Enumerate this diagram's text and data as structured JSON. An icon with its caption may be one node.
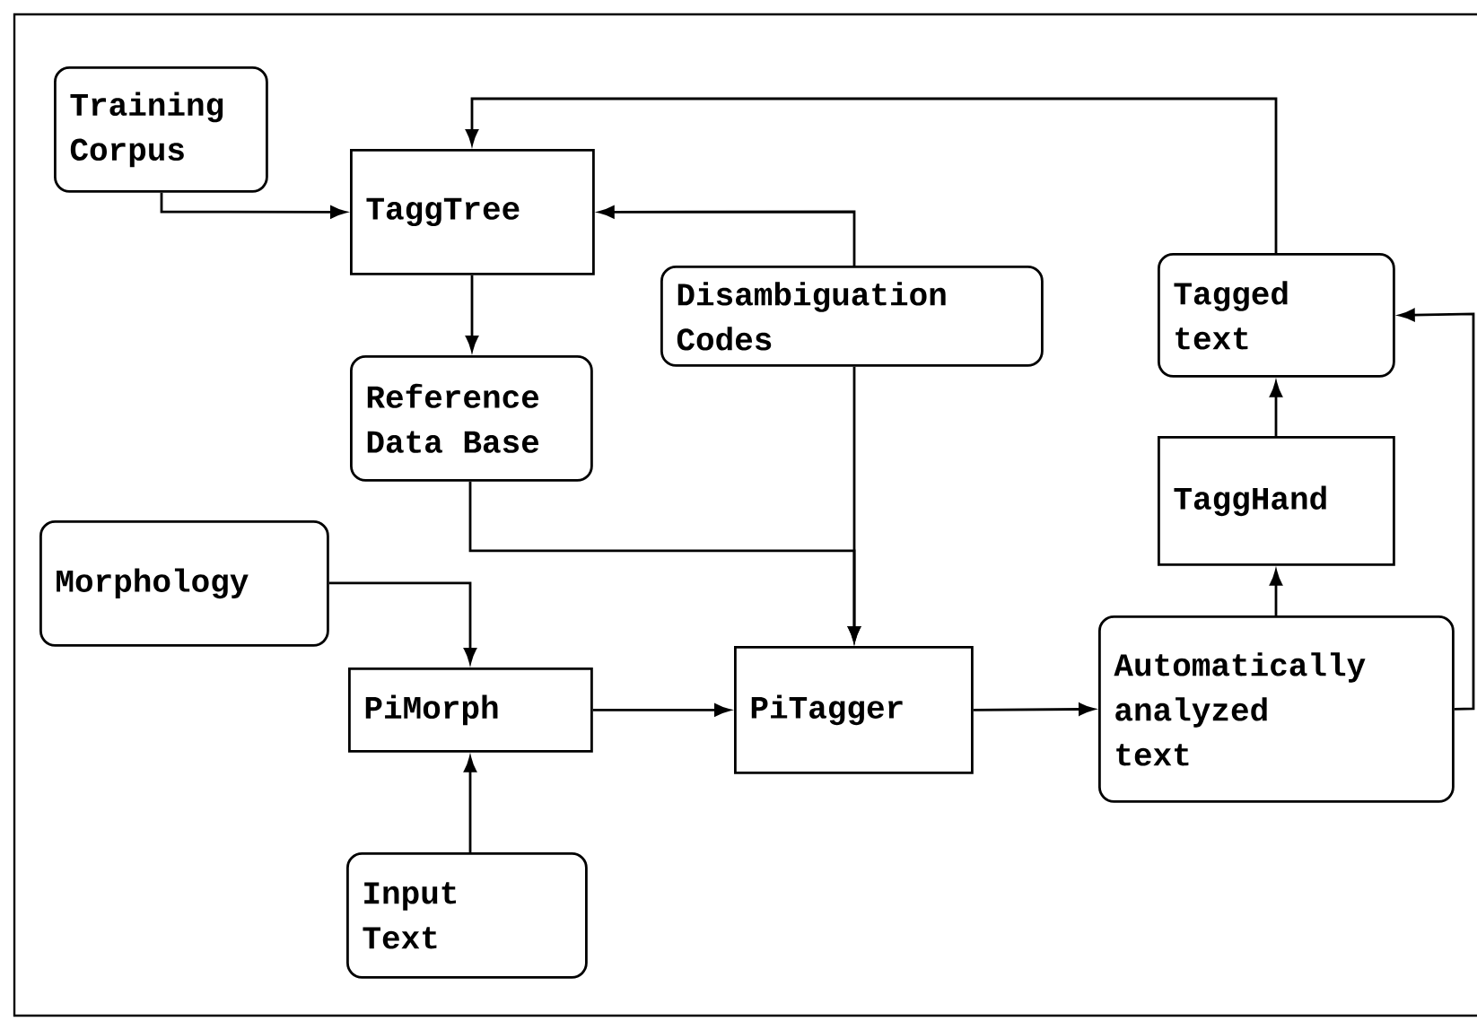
{
  "diagram": {
    "nodes": [
      {
        "text": [
          "Training Corpus"
        ]
      },
      {
        "text": [
          "TaggTree"
        ]
      },
      {
        "text": [
          "Disambiguation Codes"
        ]
      },
      {
        "text": [
          "Reference Data Base"
        ]
      },
      {
        "text": [
          "Tagged text"
        ]
      },
      {
        "text": [
          "TaggHand"
        ]
      },
      {
        "text": [
          "Morphology"
        ]
      },
      {
        "text": [
          "PiMorph"
        ]
      },
      {
        "text": [
          "PiTagger"
        ]
      },
      {
        "text": [
          "Automatically analyzed text"
        ]
      },
      {
        "text": [
          "Input Text"
        ]
      }
    ],
    "edges": [
      {
        "from": 0,
        "to": 1,
        "arrow": "to"
      },
      {
        "from": 4,
        "to": 1,
        "arrow": "to"
      },
      {
        "from": 2,
        "to": 1,
        "arrow": "to"
      },
      {
        "from": 1,
        "to": 3,
        "arrow": "to"
      },
      {
        "from": 3,
        "to": 8,
        "arrow": "to"
      },
      {
        "from": 2,
        "to": 8,
        "arrow": "to"
      },
      {
        "from": 6,
        "to": 7,
        "arrow": "to"
      },
      {
        "from": 10,
        "to": 7,
        "arrow": "to"
      },
      {
        "from": 7,
        "to": 8,
        "arrow": "to"
      },
      {
        "from": 8,
        "to": 9,
        "arrow": "to"
      },
      {
        "from": 9,
        "to": 5,
        "arrow": "to"
      },
      {
        "from": 5,
        "to": 4,
        "arrow": "to"
      },
      {
        "from": 9,
        "to": 4,
        "arrow": "to"
      }
    ]
  }
}
